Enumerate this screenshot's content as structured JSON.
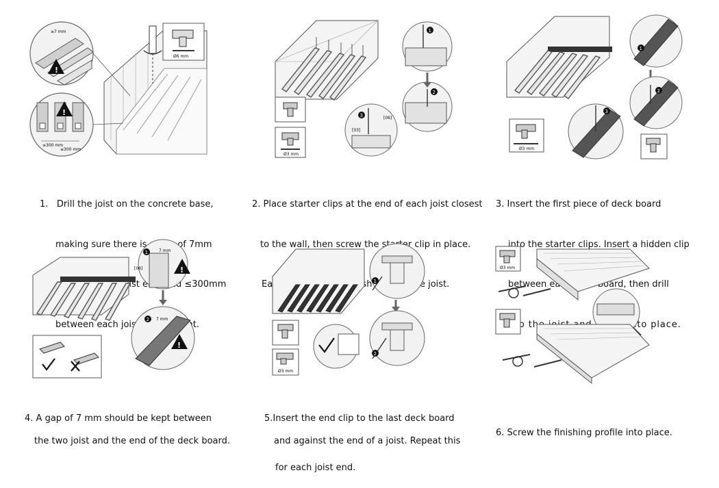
{
  "steps": [
    {
      "number": "1.",
      "lines": [
        "Drill the joist on the concrete base,",
        "making sure there is a gap of 7mm",
        "between each joist end, and ≤300mm",
        "between each joist centre point."
      ],
      "labels": {
        "gap": "≥7 mm",
        "spacing_a": "≤300 mm",
        "spacing_b": "≤300 mm",
        "drill_size": "Ø6 mm"
      }
    },
    {
      "number": "2.",
      "lines": [
        "Place starter clips at the end of each joist closest",
        "to the wall, then screw the starter clip in place.",
        "Each clip should be flush against the joist."
      ],
      "labels": {
        "clip_a": "[03]",
        "clip_b": "[06]",
        "drill_size": "Ø3 mm",
        "s1": "1",
        "s2": "2",
        "s3": "3"
      }
    },
    {
      "number": "3.",
      "lines": [
        "Insert the first piece of deck board",
        "into the starter clips. Insert a hidden clip",
        "between each deck board, then drill",
        "Into the joist and screw into place."
      ],
      "labels": {
        "drill_size": "Ø3 mm",
        "s1": "1",
        "s2": "2",
        "s3": "3"
      }
    },
    {
      "number": "4.",
      "lines": [
        "A gap of 7 mm should be kept between",
        "the two joist and the end of the deck board."
      ],
      "labels": {
        "gap_a": "7 mm",
        "gap_b": "7 mm",
        "clip": "[06]",
        "s1": "1",
        "s2": "2"
      }
    },
    {
      "number": "5.",
      "lines": [
        "Insert the end clip to the last deck board",
        "and against the end of a joist. Repeat this",
        "for each joist end."
      ],
      "labels": {
        "drill_size": "Ø3 mm",
        "s1": "1",
        "s2": "2"
      }
    },
    {
      "number": "6.",
      "lines": [
        "Screw the finishing profile into place."
      ],
      "labels": {
        "drill_size": "Ø3 mm"
      }
    }
  ]
}
